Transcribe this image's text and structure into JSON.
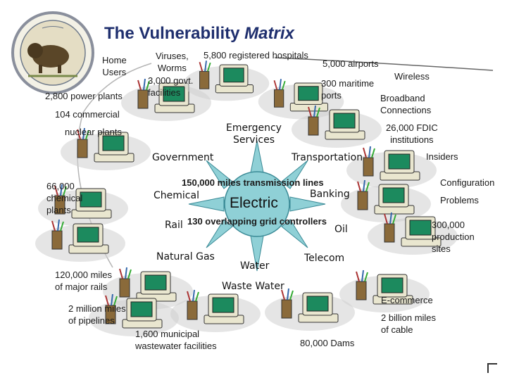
{
  "title": {
    "main": "The Vulnerability ",
    "emphasis": "Matrix"
  },
  "center": "Electric",
  "sectors": {
    "emergency": "Emergency\nServices",
    "government": "Government",
    "transportation": "Transportation",
    "chemical": "Chemical",
    "banking": "Banking",
    "rail": "Rail",
    "oil": "Oil",
    "natural_gas": "Natural Gas",
    "water": "Water",
    "telecom": "Telecom",
    "waste_water": "Waste Water"
  },
  "stats": {
    "transmission": "150,000 miles transmission lines",
    "grid": "130 overlapping grid controllers"
  },
  "labels": {
    "home_users": "Home\nUsers",
    "viruses": "Viruses,\nWorms",
    "hospitals": "5,800 registered hospitals",
    "airports": "5,000 airports",
    "wireless": "Wireless",
    "maritime": "300 maritime\nports",
    "broadband": "Broadband\nConnections",
    "govt_facilities": "3,000 govt.\nfacilities",
    "power_plants": "2,800 power plants",
    "commercial": "104 commercial",
    "nuclear": "nuclear plants",
    "fdic": "26,000 FDIC\ninstitutions",
    "insiders": "Insiders",
    "configuration": "Configuration",
    "problems": "Problems",
    "chemical_plants": "66,000\nchemical\nplants",
    "production_sites": "300,000\nproduction\nsites",
    "rails": "120,000 miles\nof major rails",
    "ecommerce": "E-commerce",
    "pipelines": "2 million miles\nof pipelines",
    "cable": "2 billion miles\nof cable",
    "wastewater_facilities": "1,600 municipal\nwastewater facilities",
    "dams": "80,000 Dams"
  },
  "colors": {
    "title": "#1f2f6e",
    "sun": "#8fd0d6",
    "sun_edge": "#3a8a96",
    "swoosh": "#cfcfcf",
    "monitor": "#e9e6cf",
    "screen": "#1c8a5e"
  }
}
